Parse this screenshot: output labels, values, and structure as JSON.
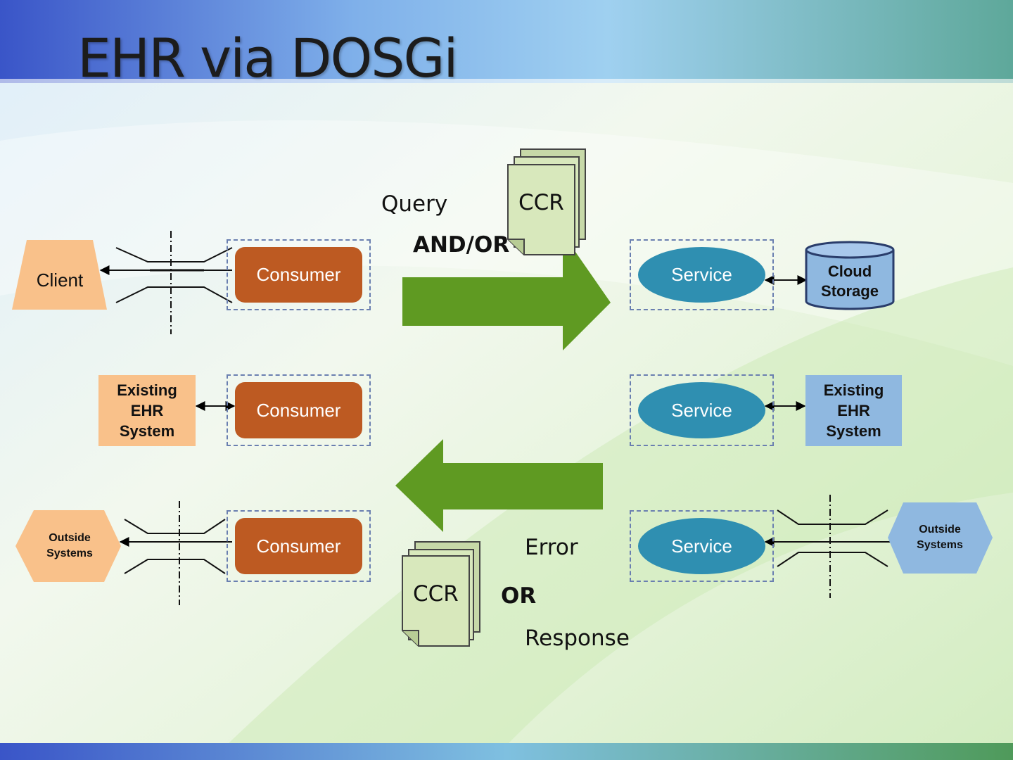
{
  "title": "EHR via DOSGi",
  "labels": {
    "query": "Query",
    "and_or": "AND/OR",
    "error": "Error",
    "or": "OR",
    "response": "Response",
    "ccr_top": "CCR",
    "ccr_bottom": "CCR"
  },
  "left": {
    "client": "Client",
    "existing_ehr": "Existing EHR System",
    "outside_systems": "Outside Systems"
  },
  "consumers": [
    "Consumer",
    "Consumer",
    "Consumer"
  ],
  "services": [
    "Service",
    "Service",
    "Service"
  ],
  "right": {
    "cloud_storage": "Cloud Storage",
    "existing_ehr": "Existing EHR System",
    "outside_systems": "Outside Systems"
  },
  "colors": {
    "consumer": "#bd5a22",
    "service": "#2f8fb1",
    "arrow": "#5f9a22",
    "client": "#f9c18a",
    "right_box": "#8fb8e0",
    "document": "#d8e8bc"
  }
}
